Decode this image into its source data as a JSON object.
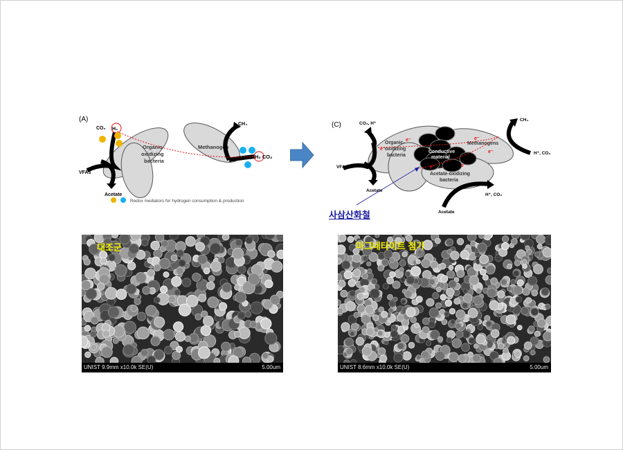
{
  "panel_a": {
    "label": "(A)",
    "co2": "CO₂",
    "h2": "H₂",
    "organic": [
      "Organic-",
      "oxidizing",
      "bacteria"
    ],
    "methanogen": "Methanogen",
    "ch4": "CH₄",
    "h2co2": "H₂ CO₂",
    "vfas": "VFAs",
    "acetate": "Acetate",
    "legend": "Redox mediators for hydrogen consumption & production"
  },
  "panel_c": {
    "label": "(C)",
    "co2h": "CO₂, H⁺",
    "organic": [
      "Organic-",
      "oxidizing",
      "bacteria"
    ],
    "conductive": [
      "Conductive",
      "material"
    ],
    "methanogens": "Methanogens",
    "ch4": "CH₄",
    "hco2": "H⁺, CO₂",
    "vfas": "VFAs",
    "acetate_left": "Acetate",
    "acetate_ox": [
      "Acetate-oxidizing",
      "bacteria"
    ],
    "hco2_bottom": "H⁺, CO₂",
    "acetate_bottom": "Acetate",
    "electron": "e⁻",
    "annotation": "사삼산화철"
  },
  "sem_left": {
    "label": "대조군",
    "info": "UNIST 9.9mm x10.0k SE(U)",
    "scale": "5.00um"
  },
  "sem_right": {
    "label": "마그네타이트 첨가",
    "info": "UNIST 8.6mm x10.0k SE(U)",
    "scale": "5.00um"
  },
  "colors": {
    "arrow": "#4a86c5",
    "annotation": "#1a1aa0",
    "label": "#f4f000",
    "electron": "#e01010"
  }
}
